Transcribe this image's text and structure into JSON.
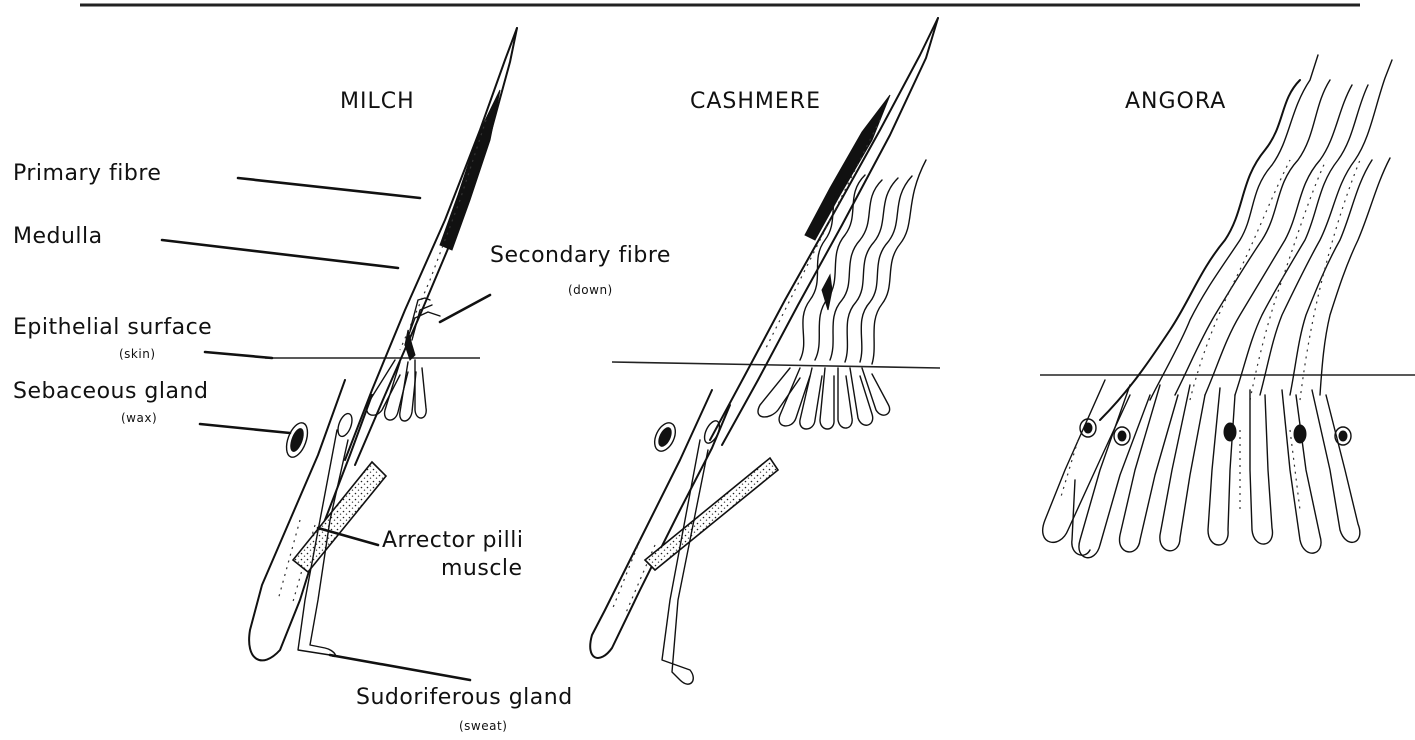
{
  "panels": {
    "milch": "MILCH",
    "cashmere": "CASHMERE",
    "angora": "ANGORA"
  },
  "labels": {
    "primary_fibre": "Primary fibre",
    "medulla": "Medulla",
    "secondary_fibre": "Secondary fibre",
    "secondary_fibre_note": "(down)",
    "epithelial_surface": "Epithelial surface",
    "epithelial_surface_note": "(skin)",
    "sebaceous_gland": "Sebaceous gland",
    "sebaceous_gland_note": "(wax)",
    "arrector_pilli": "Arrector pilli",
    "arrector_pilli_2": "muscle",
    "sudoriferous_gland": "Sudoriferous gland",
    "sudoriferous_gland_note": "(sweat)"
  }
}
